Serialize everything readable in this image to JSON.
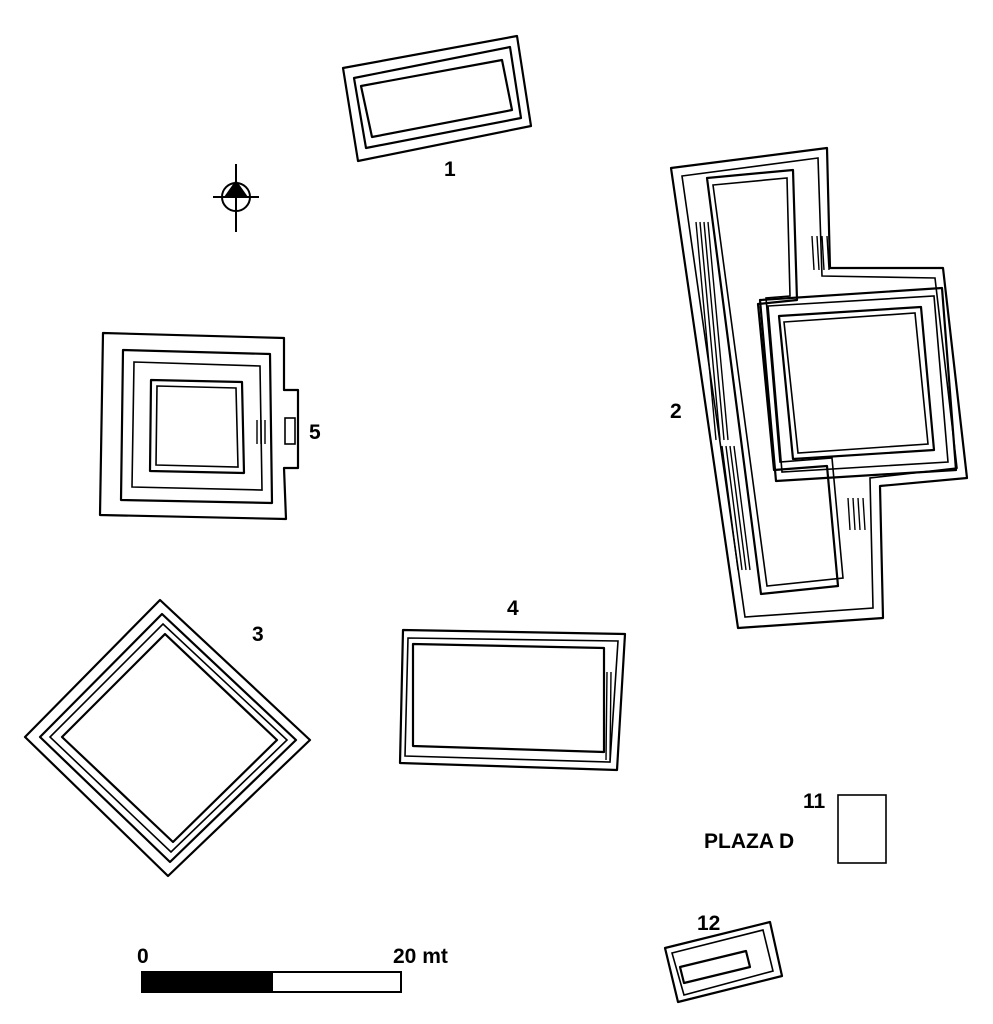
{
  "structures": [
    {
      "id": "1",
      "label": "1"
    },
    {
      "id": "2",
      "label": "2"
    },
    {
      "id": "3",
      "label": "3"
    },
    {
      "id": "4",
      "label": "4"
    },
    {
      "id": "5",
      "label": "5"
    },
    {
      "id": "11",
      "label": "11"
    },
    {
      "id": "12",
      "label": "12"
    }
  ],
  "plaza_label": "PLAZA D",
  "scale_bar": {
    "start_label": "0",
    "end_label": "20 mt",
    "colors": [
      "#000000",
      "#ffffff"
    ]
  },
  "north_arrow_icon": "north-arrow-icon"
}
